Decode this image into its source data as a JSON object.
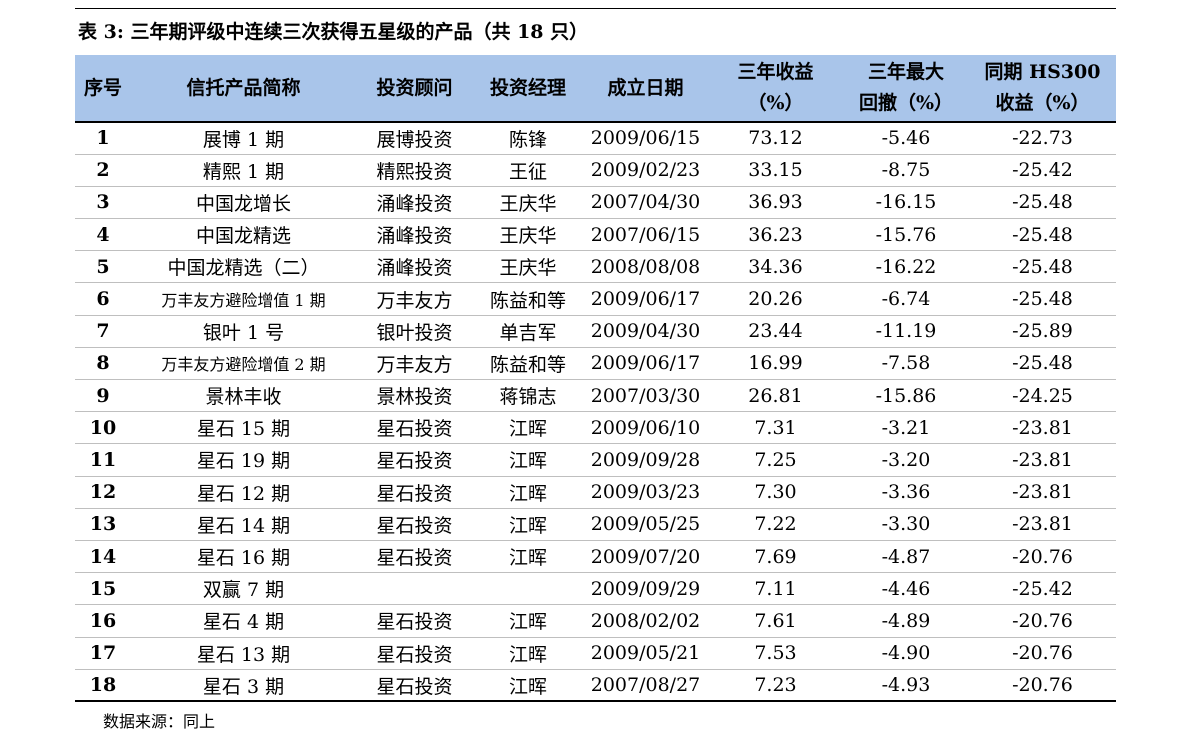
{
  "caption": "表 3:  三年期评级中连续三次获得五星级的产品（共 18 只）",
  "columns": [
    {
      "line1": "序号",
      "line2": ""
    },
    {
      "line1": "信托产品简称",
      "line2": ""
    },
    {
      "line1": "投资顾问",
      "line2": ""
    },
    {
      "line1": "投资经理",
      "line2": ""
    },
    {
      "line1": "成立日期",
      "line2": ""
    },
    {
      "line1": "三年收益",
      "line2": "（%）"
    },
    {
      "line1": "三年最大",
      "line2": "回撤（%）"
    },
    {
      "line1": "同期 HS300",
      "line2": "收益（%）"
    }
  ],
  "rows": [
    [
      "1",
      "展博 1 期",
      "展博投资",
      "陈锋",
      "2009/06/15",
      "73.12",
      "-5.46",
      "-22.73"
    ],
    [
      "2",
      "精熙 1 期",
      "精熙投资",
      "王征",
      "2009/02/23",
      "33.15",
      "-8.75",
      "-25.42"
    ],
    [
      "3",
      "中国龙增长",
      "涌峰投资",
      "王庆华",
      "2007/04/30",
      "36.93",
      "-16.15",
      "-25.48"
    ],
    [
      "4",
      "中国龙精选",
      "涌峰投资",
      "王庆华",
      "2007/06/15",
      "36.23",
      "-15.76",
      "-25.48"
    ],
    [
      "5",
      "中国龙精选（二）",
      "涌峰投资",
      "王庆华",
      "2008/08/08",
      "34.36",
      "-16.22",
      "-25.48"
    ],
    [
      "6",
      "万丰友方避险增值 1 期",
      "万丰友方",
      "陈益和等",
      "2009/06/17",
      "20.26",
      "-6.74",
      "-25.48"
    ],
    [
      "7",
      "银叶 1 号",
      "银叶投资",
      "单吉军",
      "2009/04/30",
      "23.44",
      "-11.19",
      "-25.89"
    ],
    [
      "8",
      "万丰友方避险增值 2 期",
      "万丰友方",
      "陈益和等",
      "2009/06/17",
      "16.99",
      "-7.58",
      "-25.48"
    ],
    [
      "9",
      "景林丰收",
      "景林投资",
      "蒋锦志",
      "2007/03/30",
      "26.81",
      "-15.86",
      "-24.25"
    ],
    [
      "10",
      "星石 15 期",
      "星石投资",
      "江晖",
      "2009/06/10",
      "7.31",
      "-3.21",
      "-23.81"
    ],
    [
      "11",
      "星石 19 期",
      "星石投资",
      "江晖",
      "2009/09/28",
      "7.25",
      "-3.20",
      "-23.81"
    ],
    [
      "12",
      "星石 12 期",
      "星石投资",
      "江晖",
      "2009/03/23",
      "7.30",
      "-3.36",
      "-23.81"
    ],
    [
      "13",
      "星石 14 期",
      "星石投资",
      "江晖",
      "2009/05/25",
      "7.22",
      "-3.30",
      "-23.81"
    ],
    [
      "14",
      "星石 16 期",
      "星石投资",
      "江晖",
      "2009/07/20",
      "7.69",
      "-4.87",
      "-20.76"
    ],
    [
      "15",
      "双赢 7 期",
      "",
      "",
      "2009/09/29",
      "7.11",
      "-4.46",
      "-25.42"
    ],
    [
      "16",
      "星石 4 期",
      "星石投资",
      "江晖",
      "2008/02/02",
      "7.61",
      "-4.89",
      "-20.76"
    ],
    [
      "17",
      "星石 13 期",
      "星石投资",
      "江晖",
      "2009/05/21",
      "7.53",
      "-4.90",
      "-20.76"
    ],
    [
      "18",
      "星石 3 期",
      "星石投资",
      "江晖",
      "2007/08/27",
      "7.23",
      "-4.93",
      "-20.76"
    ]
  ],
  "source": "数据来源：同上",
  "colors": {
    "header_bg": "#a9c5ea",
    "rule": "#000000",
    "row_divider": "#bfbfbf"
  }
}
